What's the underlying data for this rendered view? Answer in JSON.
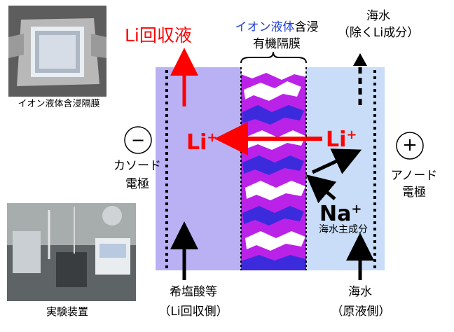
{
  "photos": {
    "membrane_caption": "イオン液体含浸隔膜",
    "apparatus_caption": "実験装置"
  },
  "header": {
    "li_recovery_label": "Li回収液",
    "membrane_title_part1": "イオン液体",
    "membrane_title_part2": "含浸",
    "membrane_title_line2": "有機隔膜",
    "seawater_out_line1": "海水",
    "seawater_out_line2": "（除くLi成分）"
  },
  "electrodes": {
    "cathode_symbol": "−",
    "cathode_line1": "カソード",
    "cathode_line2": "電極",
    "anode_symbol": "+",
    "anode_line1": "アノード",
    "anode_line2": "電極"
  },
  "ions": {
    "li_left": "Li",
    "li_right": "Li",
    "plus": "+",
    "na": "Na",
    "na_caption": "海水主成分"
  },
  "footer": {
    "acid_line1": "希塩酸等",
    "acid_line2": "（Li回収側）",
    "seawater_in_line1": "海水",
    "seawater_in_line2": "（原液側）"
  },
  "colors": {
    "li_red": "#ff0000",
    "membrane_title_blue": "#1f3fd8",
    "cathode_chamber": "#b9b1f3",
    "anode_chamber": "#c9ddf8",
    "membrane_magenta": "#bb22e8",
    "membrane_blue": "#3c2bdc"
  }
}
